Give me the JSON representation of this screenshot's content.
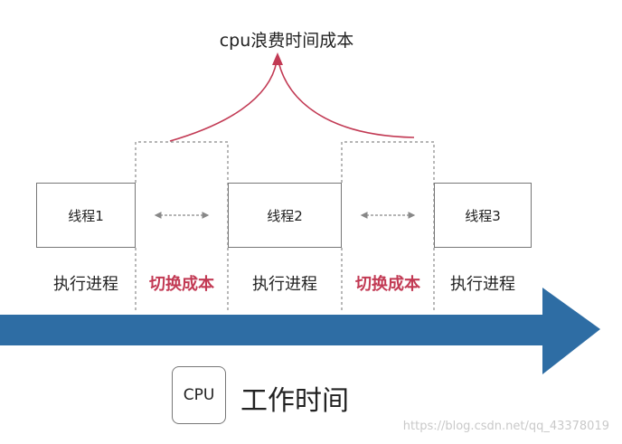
{
  "title": "cpu浪费时间成本",
  "threads": [
    "线程1",
    "线程2",
    "线程3"
  ],
  "segments": [
    "执行进程",
    "切换成本",
    "执行进程",
    "切换成本",
    "执行进程"
  ],
  "cpu_label": "CPU",
  "axis_label": "工作时间",
  "watermark": "https://blog.csdn.net/qq_43378019",
  "colors": {
    "arrow": "#2e6da4",
    "highlight": "#c23a54",
    "border": "#777777"
  }
}
